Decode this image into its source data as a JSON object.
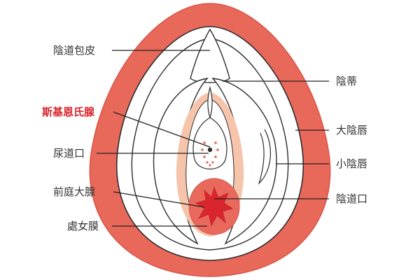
{
  "labels": {
    "clitoral_hood": "陰道包皮",
    "frenulum": "陰蒂",
    "skene_glands": "斯基恩氏腺",
    "labia_majora": "大陰唇",
    "urethral_opening": "尿道口",
    "labia_minora": "小陰唇",
    "bartholin_glands": "前庭大腺",
    "vaginal_opening": "陰道口",
    "hymen": "處女膜"
  },
  "colors": {
    "outer": "#e8685a",
    "outer_edge": "#d85548",
    "inner_fill": "#ffffff",
    "outline": "#2d2d2d",
    "vestibule": "#f6c4aa",
    "hymen": "#e96a5d",
    "vaginal_opening": "#d9262e",
    "highlight_label": "#d9262e",
    "label_text": "#333333",
    "leader_line": "#222222"
  }
}
